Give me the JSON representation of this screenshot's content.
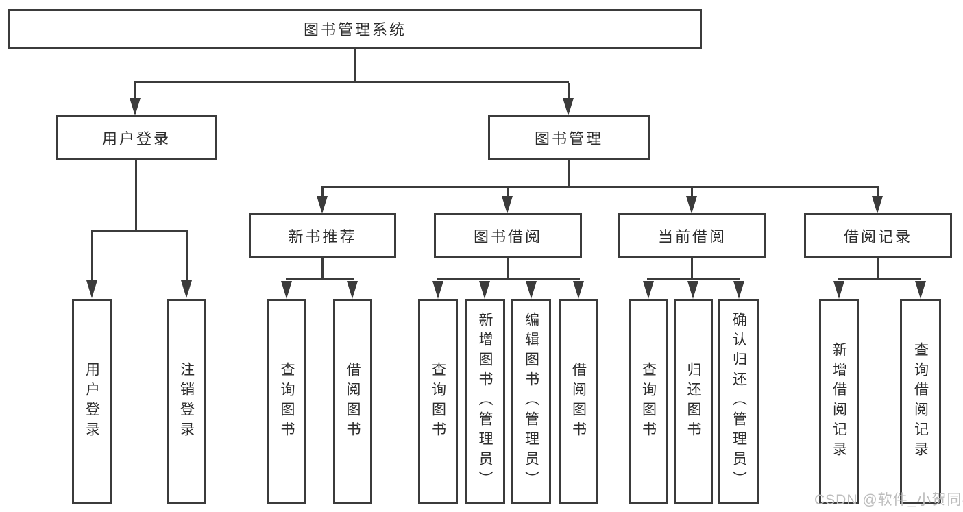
{
  "tree": {
    "label": "图书管理系统",
    "children": [
      {
        "label": "用户登录",
        "children": [
          {
            "label": "用户登录"
          },
          {
            "label": "注销登录"
          }
        ]
      },
      {
        "label": "图书管理",
        "children": [
          {
            "label": "新书推荐",
            "children": [
              {
                "label": "查询图书"
              },
              {
                "label": "借阅图书"
              }
            ]
          },
          {
            "label": "图书借阅",
            "children": [
              {
                "label": "查询图书"
              },
              {
                "label": "新增图书（管理员）"
              },
              {
                "label": "编辑图书（管理员）"
              },
              {
                "label": "借阅图书"
              }
            ]
          },
          {
            "label": "当前借阅",
            "children": [
              {
                "label": "查询图书"
              },
              {
                "label": "归还图书"
              },
              {
                "label": "确认归还（管理员）"
              }
            ]
          },
          {
            "label": "借阅记录",
            "children": [
              {
                "label": "新增借阅记录"
              },
              {
                "label": "查询借阅记录"
              }
            ]
          }
        ]
      }
    ]
  },
  "watermark": "CSDN @软件_小贺同学",
  "colors": {
    "line": "#3b3b3b",
    "text": "#2d2d2d",
    "watermark": "#bdbdbd",
    "box_background": "#ffffff",
    "page_background": "#ffffff"
  }
}
